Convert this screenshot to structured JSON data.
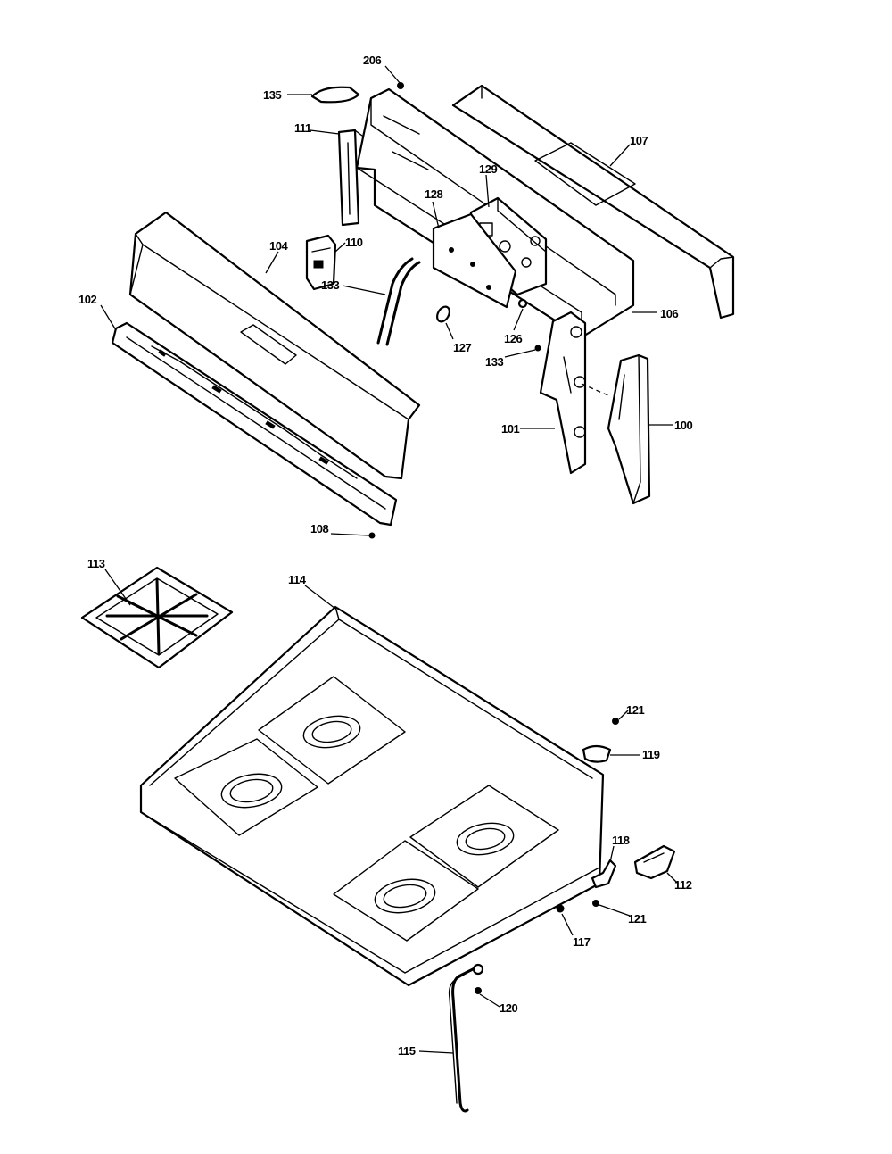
{
  "callouts": {
    "c206": "206",
    "c135": "135",
    "c111": "111",
    "c107": "107",
    "c129": "129",
    "c128": "128",
    "c104": "104",
    "c110": "110",
    "c102": "102",
    "c133a": "133",
    "c127": "127",
    "c126": "126",
    "c133b": "133",
    "c106": "106",
    "c101": "101",
    "c100": "100",
    "c108": "108",
    "c113": "113",
    "c114": "114",
    "c121a": "121",
    "c119": "119",
    "c118": "118",
    "c112": "112",
    "c121b": "121",
    "c117": "117",
    "c120": "120",
    "c115": "115"
  },
  "colors": {
    "line": "#000000",
    "background": "#ffffff"
  }
}
